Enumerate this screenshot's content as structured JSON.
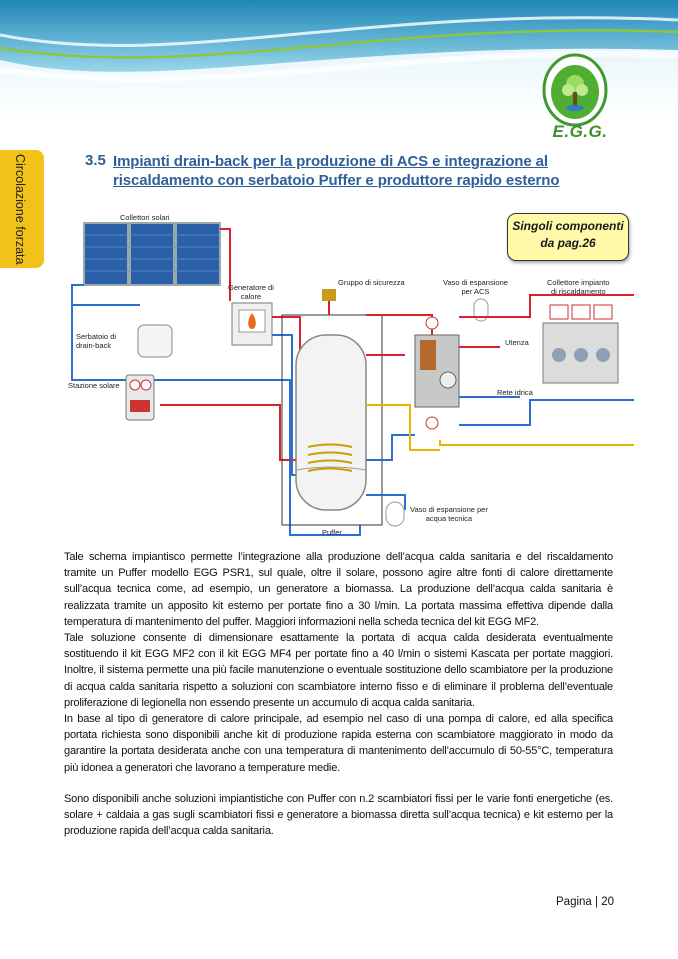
{
  "brand": {
    "logo_text": "E.G.G."
  },
  "side_tab": {
    "label": "Circolazione forzata"
  },
  "section": {
    "number": "3.5",
    "title": "Impianti drain-back per la produzione di ACS e integrazione al riscaldamento con serbatoio Puffer e produttore rapido esterno"
  },
  "badge": {
    "line1": "Singoli componenti",
    "line2": "da pag.26"
  },
  "diagram": {
    "labels": {
      "collettori": "Collettori solari",
      "generatore_1": "Generatore di",
      "generatore_2": "calore",
      "gruppo": "Gruppo di sicurezza",
      "vaso_acs_1": "Vaso di espansione",
      "vaso_acs_2": "per ACS",
      "collettore_1": "Collettore impianto",
      "collettore_2": "di riscaldamento",
      "serbatoio_1": "Serbatoio di",
      "serbatoio_2": "drain-back",
      "stazione": "Stazione solare",
      "utenza": "Utenza",
      "rete": "Rete idrica",
      "vaso_tec_1": "Vaso di espansione per",
      "vaso_tec_2": "acqua tecnica",
      "puffer": "Puffer"
    }
  },
  "body": {
    "p1": "Tale schema impiantisco permette l’integrazione alla produzione dell’acqua calda sanitaria e del riscaldamento tramite un Puffer modello EGG PSR1, sul quale, oltre il solare, possono agire altre fonti di calore direttamente sull’acqua tecnica come, ad esempio, un generatore a biomassa. La produzione dell’acqua calda sanitaria è realizzata tramite un apposito kit esterno per portate fino a 30 l/min. La portata massima effettiva dipende dalla temperatura di mantenimento del puffer. Maggiori informazioni nella scheda tecnica del kit EGG MF2.",
    "p2": "Tale soluzione consente di dimensionare esattamente la portata di acqua calda desiderata eventualmente sostituendo il kit EGG MF2 con il kit EGG MF4 per portate fino a 40 l/min o sistemi Kascata per portate maggiori. Inoltre, il sistema permette una più facile manutenzione o eventuale sostituzione dello scambiatore per la produzione di acqua calda sanitaria rispetto a soluzioni con scambiatore interno fisso e di eliminare il problema dell’eventuale proliferazione di legionella non essendo presente un accumulo di acqua calda sanitaria.",
    "p3": "In base al tipo di generatore di calore principale, ad esempio nel caso di una pompa di calore, ed alla specifica portata richiesta sono disponibili anche kit di produzione rapida esterna con scambiatore maggiorato in modo da garantire la portata desiderata anche con una temperatura di mantenimento dell’accumulo di 50-55°C, temperatura più idonea a generatori che lavorano a temperature medie.",
    "p4": "Sono disponibili anche soluzioni impiantistiche con Puffer con n.2 scambiatori fissi per le varie fonti energetiche (es. solare + caldaia a gas sugli scambiatori fissi e generatore a biomassa diretta sull’acqua tecnica) e kit esterno per la produzione rapida dell’acqua calda sanitaria."
  },
  "footer": {
    "page": "Pagina | 20"
  },
  "colors": {
    "title": "#2f5f9a",
    "tab": "#f3c21a",
    "hot_pipe": "#d8232a",
    "cold_pipe": "#2d6fd0",
    "solar_pipe": "#e8b600"
  }
}
